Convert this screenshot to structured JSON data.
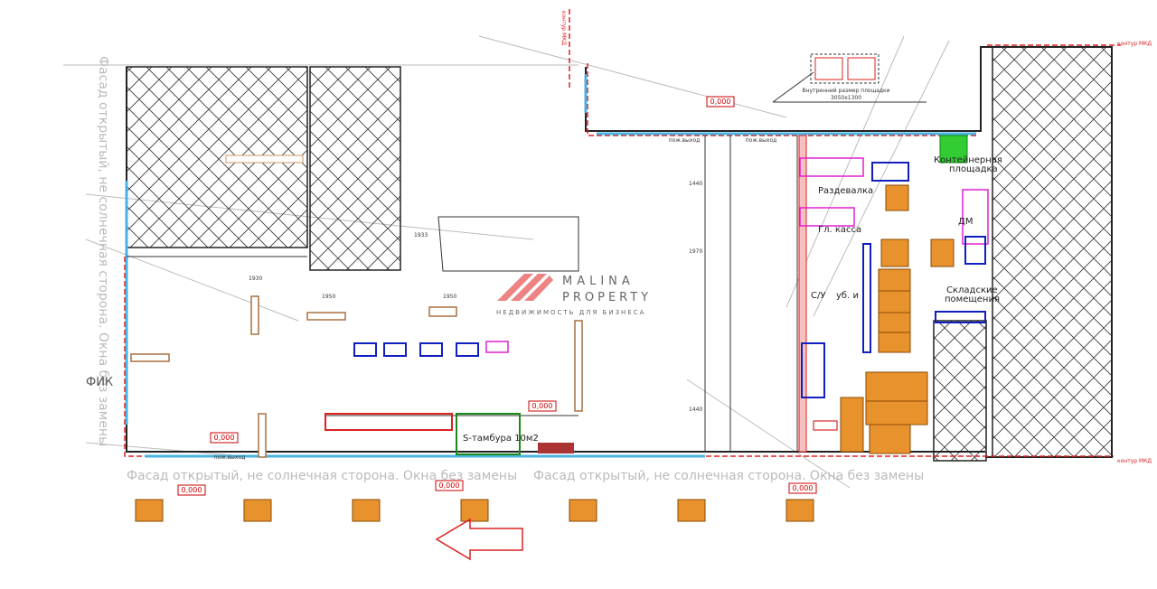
{
  "plan": {
    "level_marks": [
      "0,000",
      "0,000",
      "0,000",
      "0,000",
      "0,000",
      "0,000"
    ],
    "exits": [
      "пож.выход",
      "пож.выход",
      "пож.выход"
    ],
    "facade_bottom": [
      "Фасад открытый, не солнечная сторона. Окна без замены",
      "Фасад открытый, не солнечная сторона. Окна без замены"
    ],
    "facade_left": "Фасад открытый, не солнечная сторона. Окна без замены",
    "fik": "ФИК",
    "mkd_contour": [
      "контур МКД",
      "контур МКД",
      "контур МКД"
    ],
    "rooms": {
      "locker": "Раздевалка",
      "cash": "Гл. касса",
      "wc": "С/У",
      "cleaning": "уб. и",
      "storage_1": "Складские",
      "storage_2": "помещения",
      "dm": "ДМ",
      "container_1": "Контейнерная",
      "container_2": "площадка",
      "vestibule": "S-тамбура 10м2"
    },
    "platform_note_1": "Внутренний размер площадки",
    "platform_note_2": "3050x1300",
    "dimensions": [
      "1440",
      "1970",
      "1933",
      "1950",
      "1440",
      "1950",
      "1930"
    ]
  },
  "brand": {
    "name_1": "MALINA",
    "name_2": "PROPERTY",
    "tagline": "НЕДВИЖИМОСТЬ ДЛЯ БИЗНЕСА",
    "accent": "#e85a5a"
  }
}
